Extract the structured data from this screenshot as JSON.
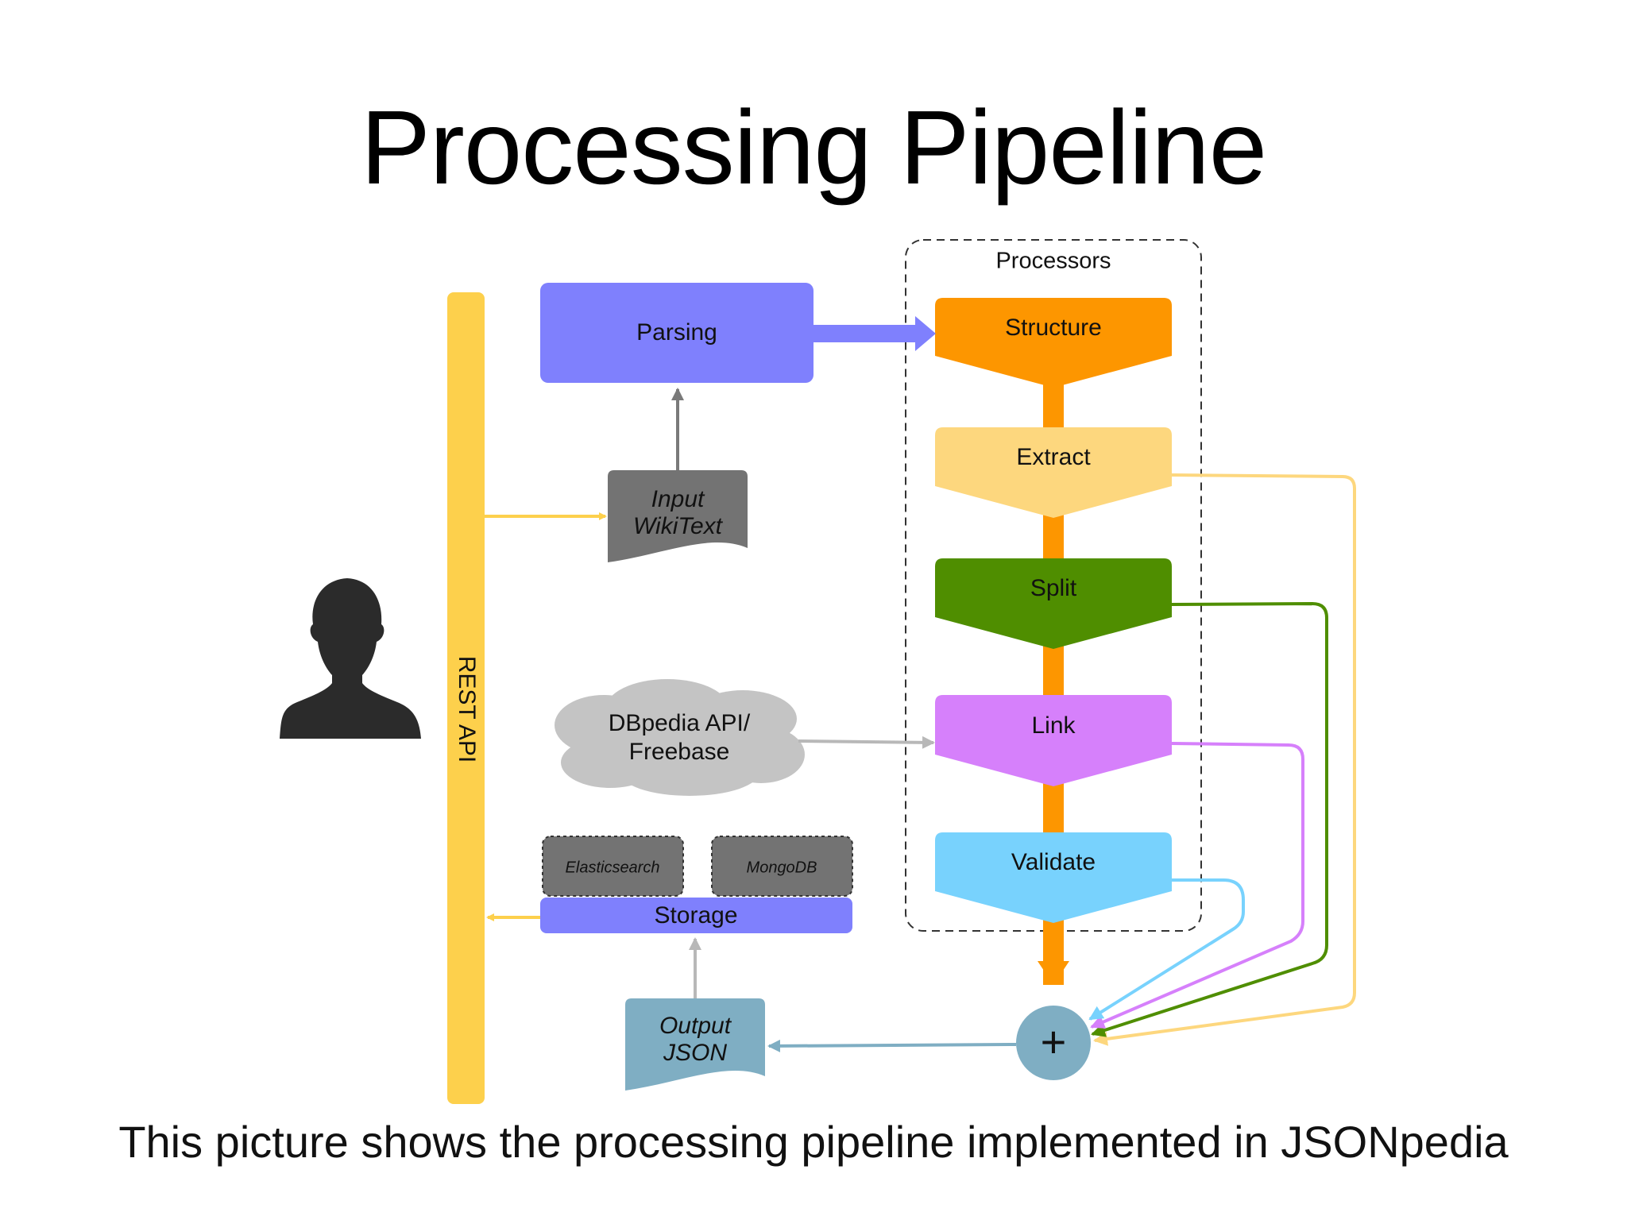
{
  "title": "Processing Pipeline",
  "caption": "This picture shows the processing pipeline implemented in JSONpedia",
  "rest_api": {
    "label": "REST API",
    "color": "#FDD04C"
  },
  "parsing": {
    "label": "Parsing",
    "color": "#7F80FD"
  },
  "input": {
    "line1": "Input",
    "line2": "WikiText",
    "color": "#737373"
  },
  "cloud": {
    "line1": "DBpedia API/",
    "line2": "Freebase",
    "color": "#C4C4C4"
  },
  "databases": [
    {
      "label": "Elasticsearch",
      "color": "#737373"
    },
    {
      "label": "MongoDB",
      "color": "#737373"
    }
  ],
  "storage": {
    "label": "Storage",
    "color": "#7F80FD"
  },
  "output": {
    "line1": "Output",
    "line2": "JSON",
    "color": "#7FAEC3"
  },
  "processors": {
    "group_label": "Processors",
    "stages": [
      {
        "label": "Structure",
        "color": "#FD9600"
      },
      {
        "label": "Extract",
        "color": "#FDD77E"
      },
      {
        "label": "Split",
        "color": "#4F8E00"
      },
      {
        "label": "Link",
        "color": "#D680FB"
      },
      {
        "label": "Validate",
        "color": "#78D2FD"
      }
    ]
  },
  "merge": {
    "symbol": "+",
    "color": "#7FAEC3"
  }
}
